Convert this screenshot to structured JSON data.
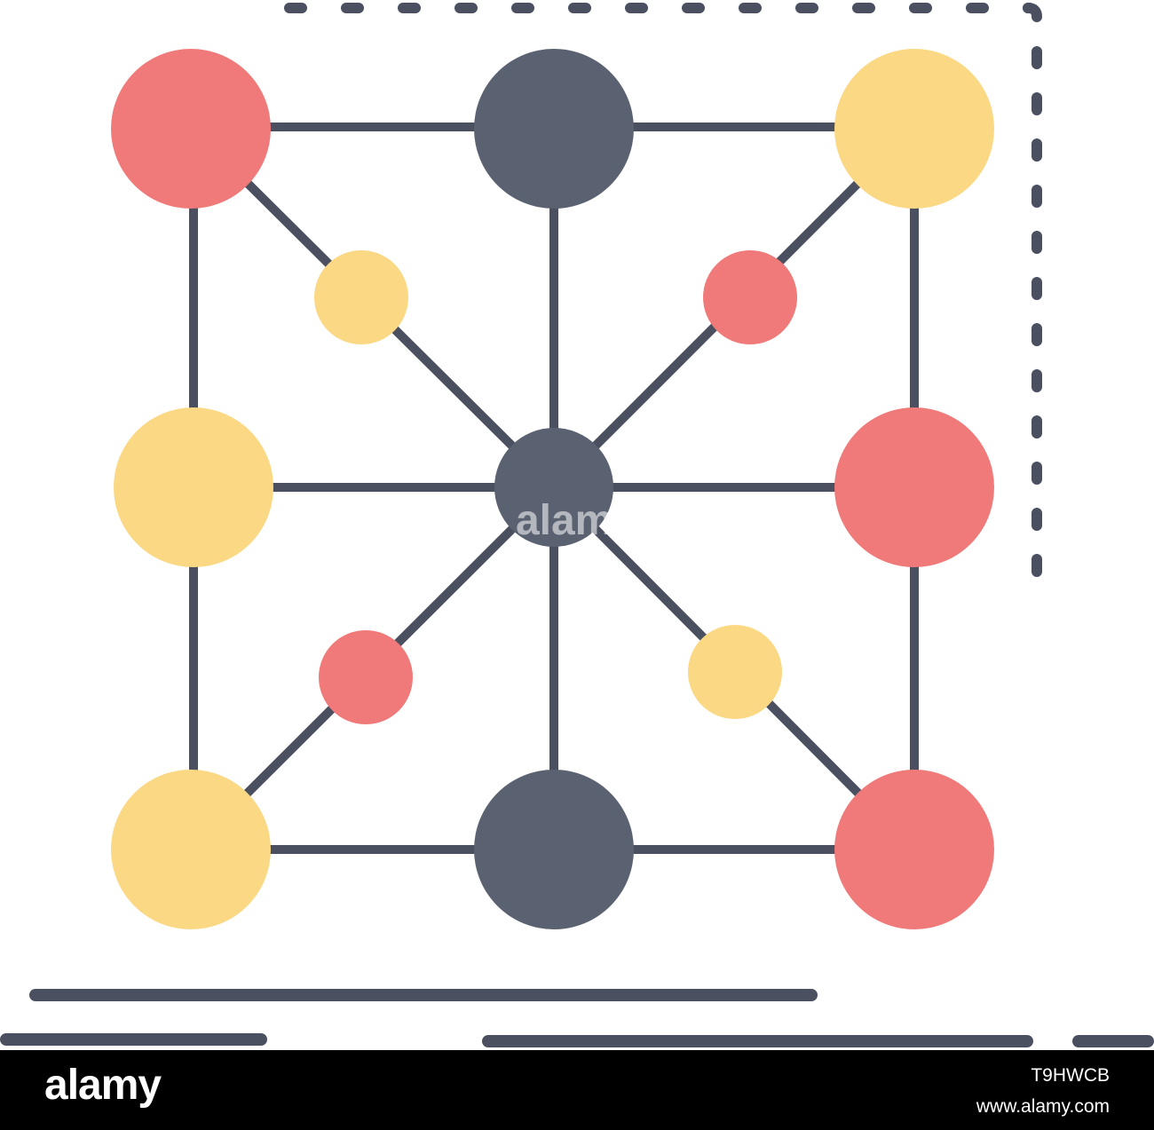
{
  "palette": {
    "dark": "#5a6170",
    "red": "#f07a7a",
    "yellow": "#fad884",
    "background": "#ffffff",
    "footer_background": "#000000",
    "footer_text": "#ffffff"
  },
  "icon": {
    "name": "network-grid-icon",
    "nodes": [
      {
        "id": "top-left",
        "color": "red"
      },
      {
        "id": "top-center",
        "color": "dark"
      },
      {
        "id": "top-right",
        "color": "yellow"
      },
      {
        "id": "middle-left",
        "color": "yellow"
      },
      {
        "id": "center",
        "color": "dark"
      },
      {
        "id": "middle-right",
        "color": "red"
      },
      {
        "id": "bottom-left",
        "color": "yellow"
      },
      {
        "id": "bottom-center",
        "color": "dark"
      },
      {
        "id": "bottom-right",
        "color": "red"
      },
      {
        "id": "inner-top-left",
        "color": "yellow"
      },
      {
        "id": "inner-top-right",
        "color": "red"
      },
      {
        "id": "inner-bottom-left",
        "color": "red"
      },
      {
        "id": "inner-bottom-right",
        "color": "yellow"
      }
    ]
  },
  "watermark": {
    "text": "alamy"
  },
  "footer": {
    "brand": "alamy",
    "image_id": "T9HWCB",
    "url": "www.alamy.com"
  }
}
